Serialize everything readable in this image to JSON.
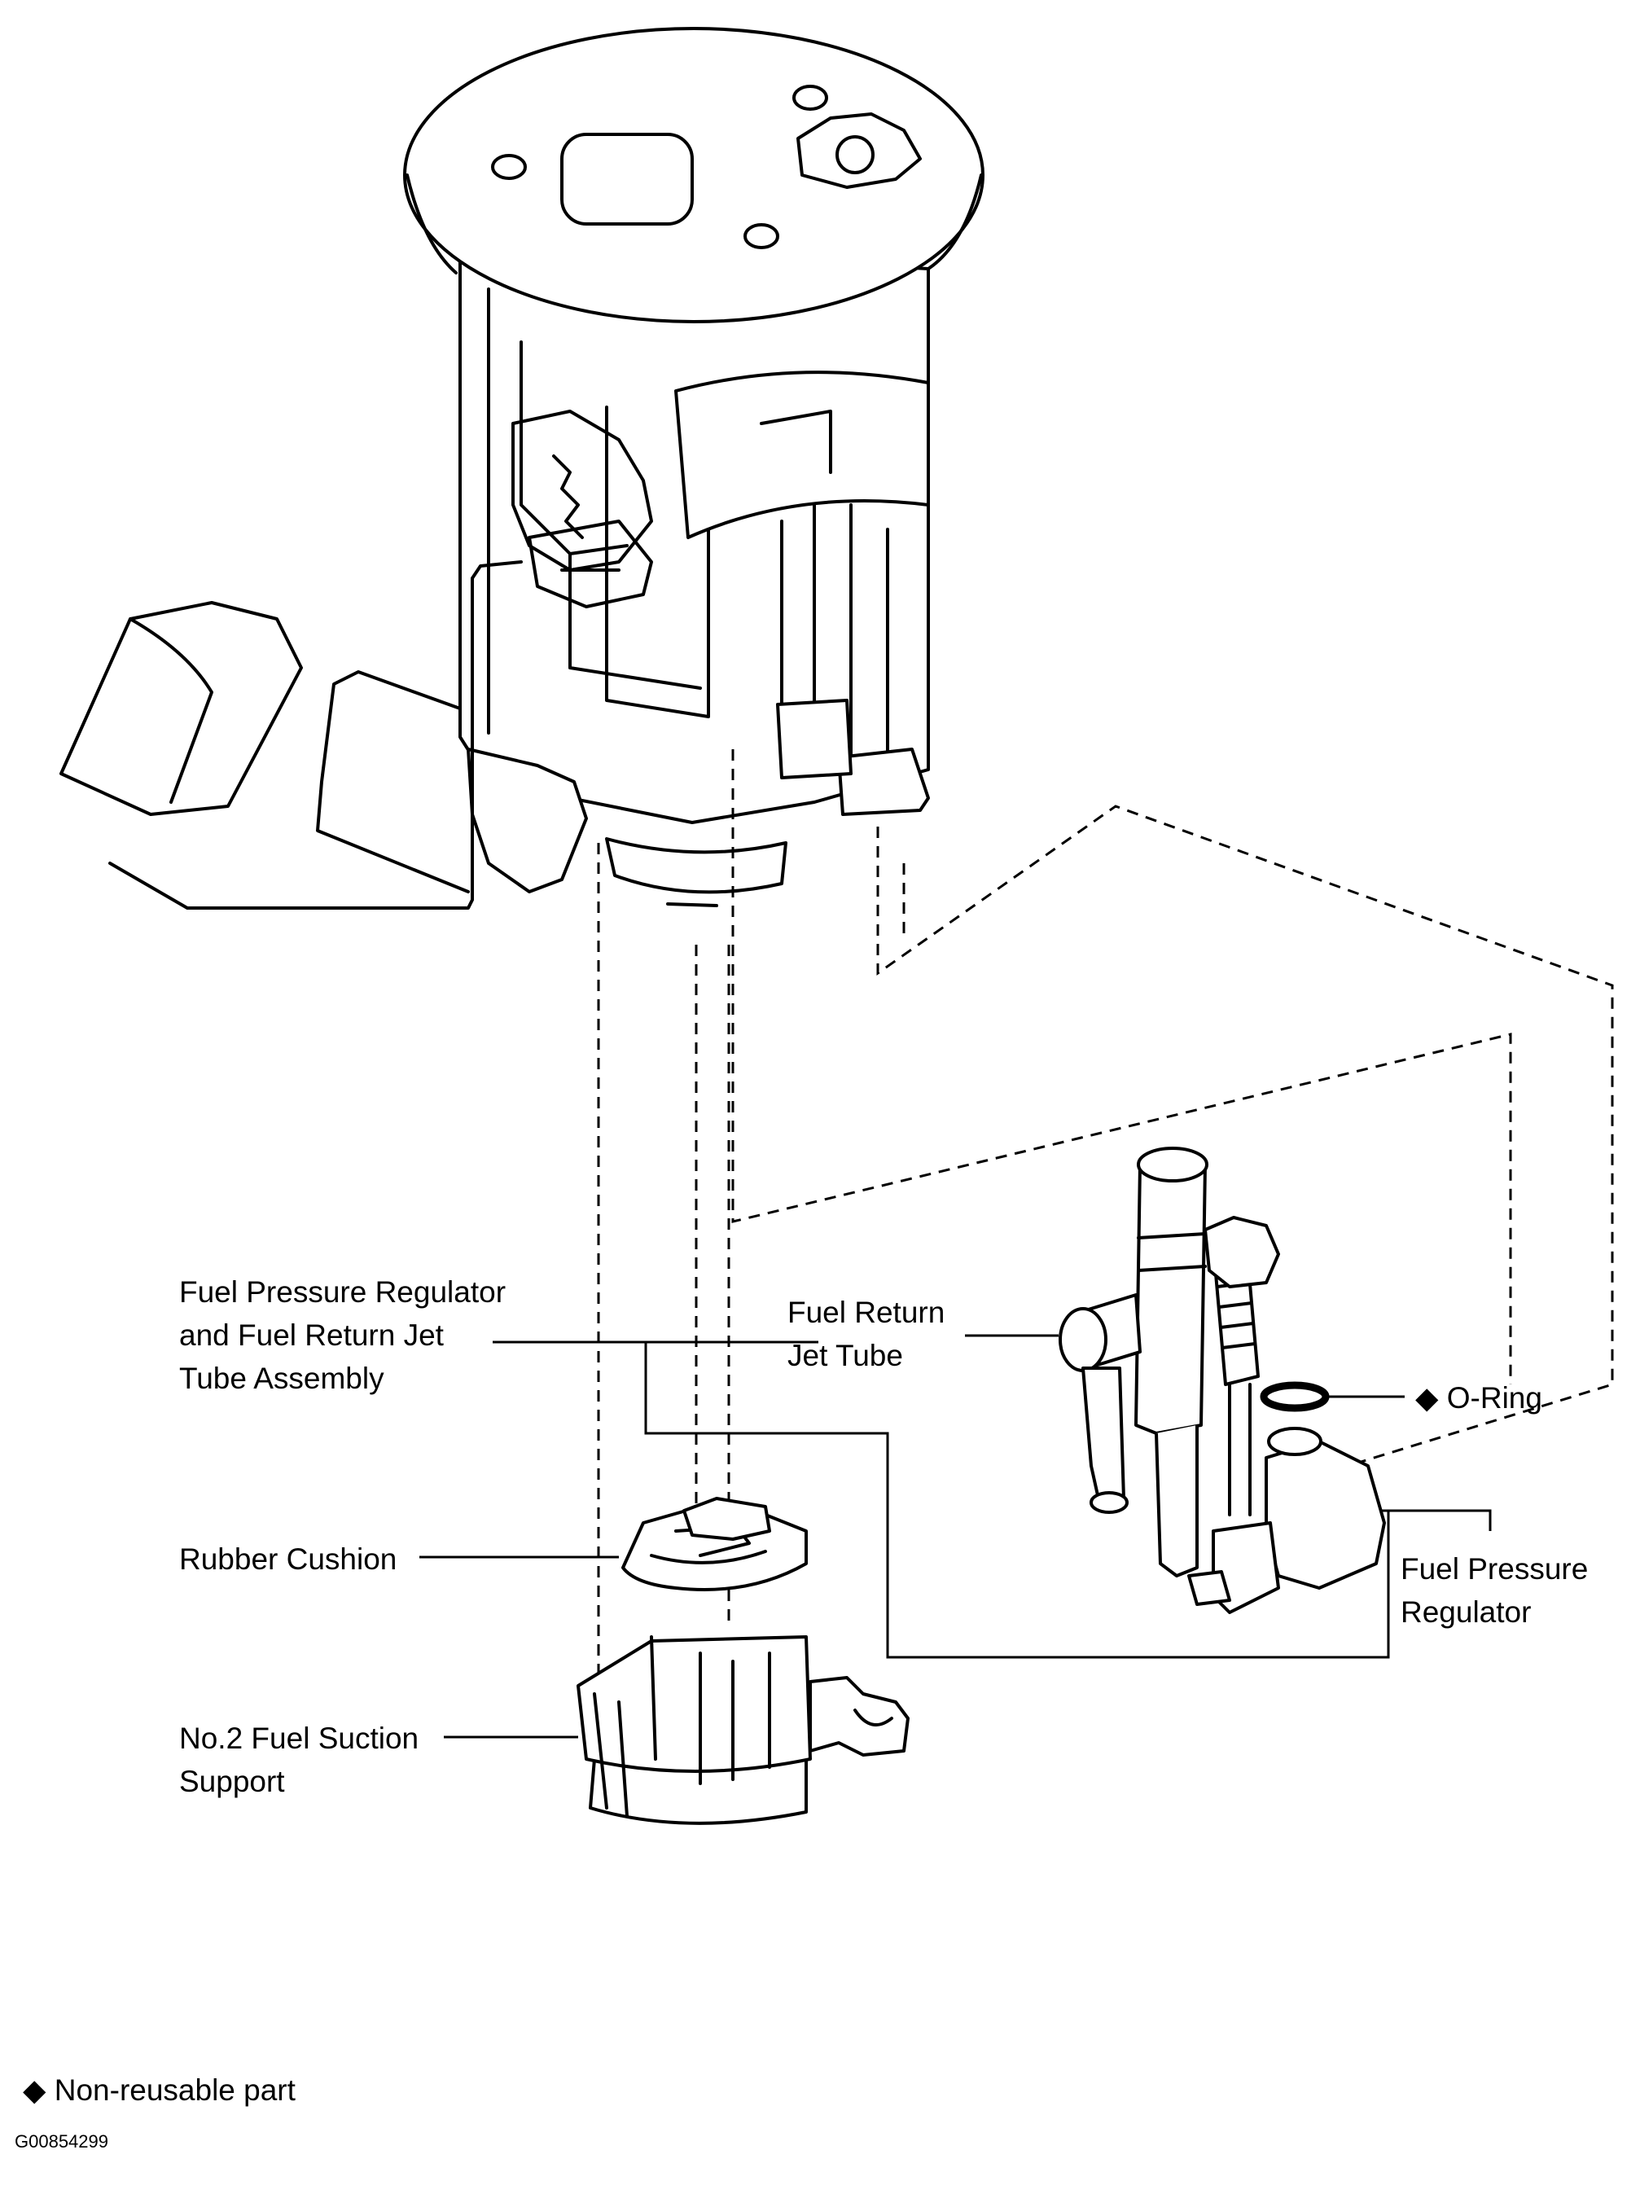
{
  "labels": {
    "regulator_assembly": [
      "Fuel Pressure Regulator",
      "and Fuel Return Jet",
      "Tube Assembly"
    ],
    "return_jet_tube": [
      "Fuel Return",
      "Jet Tube"
    ],
    "o_ring": "O-Ring",
    "fuel_pressure_regulator": [
      "Fuel Pressure",
      "Regulator"
    ],
    "rubber_cushion": "Rubber Cushion",
    "suction_support": [
      "No.2 Fuel Suction",
      "Support"
    ]
  },
  "legend": {
    "symbol": "◆",
    "text": "Non-reusable part"
  },
  "figure_code": "G00854299",
  "non_reusable_parts": [
    "O-Ring"
  ]
}
